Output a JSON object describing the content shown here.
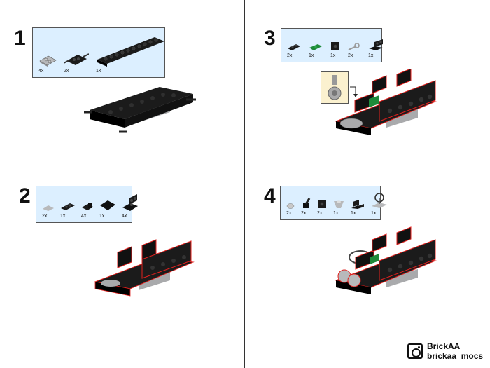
{
  "steps": [
    {
      "number": "1",
      "parts": [
        {
          "qty": "4x",
          "icon": "light-gray-plate-2x2-icon"
        },
        {
          "qty": "2x",
          "icon": "black-wheel-holder-plate-icon"
        },
        {
          "qty": "1x",
          "icon": "black-plate-2x10-icon"
        }
      ]
    },
    {
      "number": "2",
      "parts": [
        {
          "qty": "2x",
          "icon": "light-gray-wedge-plate-icon"
        },
        {
          "qty": "1x",
          "icon": "black-plate-1x2-icon"
        },
        {
          "qty": "4x",
          "icon": "black-bracket-1x1-icon"
        },
        {
          "qty": "1x",
          "icon": "black-tile-2x2-icon"
        },
        {
          "qty": "4x",
          "icon": "black-bracket-2x2-icon"
        }
      ]
    },
    {
      "number": "3",
      "parts": [
        {
          "qty": "2x",
          "icon": "black-plate-1x2-icon"
        },
        {
          "qty": "1x",
          "icon": "green-jumper-plate-icon"
        },
        {
          "qty": "1x",
          "icon": "black-brick-studs-side-icon"
        },
        {
          "qty": "2x",
          "icon": "gray-bar-holder-clip-icon"
        },
        {
          "qty": "1x",
          "icon": "black-bracket-2x2-icon"
        }
      ]
    },
    {
      "number": "4",
      "parts": [
        {
          "qty": "2x",
          "icon": "light-gray-round-plate-icon"
        },
        {
          "qty": "2x",
          "icon": "black-lever-icon"
        },
        {
          "qty": "2x",
          "icon": "black-brick-studs-side-icon"
        },
        {
          "qty": "1x",
          "icon": "light-gray-slope-icon"
        },
        {
          "qty": "1x",
          "icon": "black-seat-icon"
        },
        {
          "qty": "1x",
          "icon": "steering-wheel-icon"
        }
      ]
    }
  ],
  "branding": {
    "name": "BrickAA",
    "handle": "brickaa_mocs"
  },
  "colors": {
    "panel": "#dcefff",
    "callout": "#fbf1cf",
    "highlight": "#e0201e",
    "black_part": "#1b1b1b",
    "gray_part": "#a9aaac",
    "green_part": "#1e8a3a"
  }
}
